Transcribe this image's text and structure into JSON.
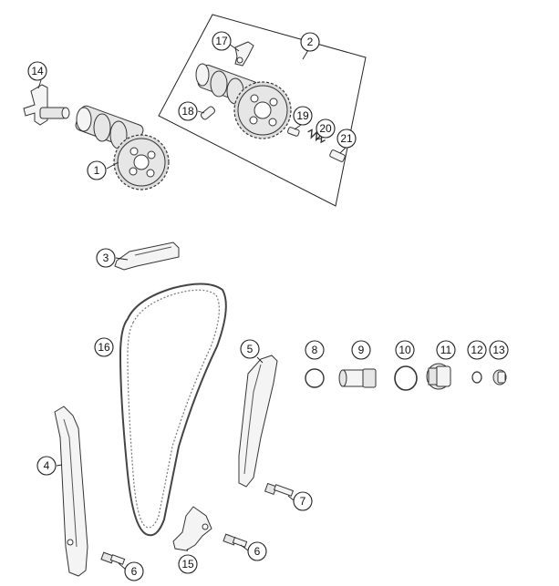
{
  "callouts": [
    {
      "id": "c1",
      "label": "1"
    },
    {
      "id": "c2",
      "label": "2"
    },
    {
      "id": "c3",
      "label": "3"
    },
    {
      "id": "c4",
      "label": "4"
    },
    {
      "id": "c5",
      "label": "5"
    },
    {
      "id": "c6a",
      "label": "6"
    },
    {
      "id": "c6b",
      "label": "6"
    },
    {
      "id": "c7",
      "label": "7"
    },
    {
      "id": "c8",
      "label": "8"
    },
    {
      "id": "c9",
      "label": "9"
    },
    {
      "id": "c10",
      "label": "10"
    },
    {
      "id": "c11",
      "label": "11"
    },
    {
      "id": "c12",
      "label": "12"
    },
    {
      "id": "c13",
      "label": "13"
    },
    {
      "id": "c14",
      "label": "14"
    },
    {
      "id": "c15",
      "label": "15"
    },
    {
      "id": "c16",
      "label": "16"
    },
    {
      "id": "c17",
      "label": "17"
    },
    {
      "id": "c18",
      "label": "18"
    },
    {
      "id": "c19",
      "label": "19"
    },
    {
      "id": "c20",
      "label": "20"
    },
    {
      "id": "c21",
      "label": "21"
    }
  ]
}
